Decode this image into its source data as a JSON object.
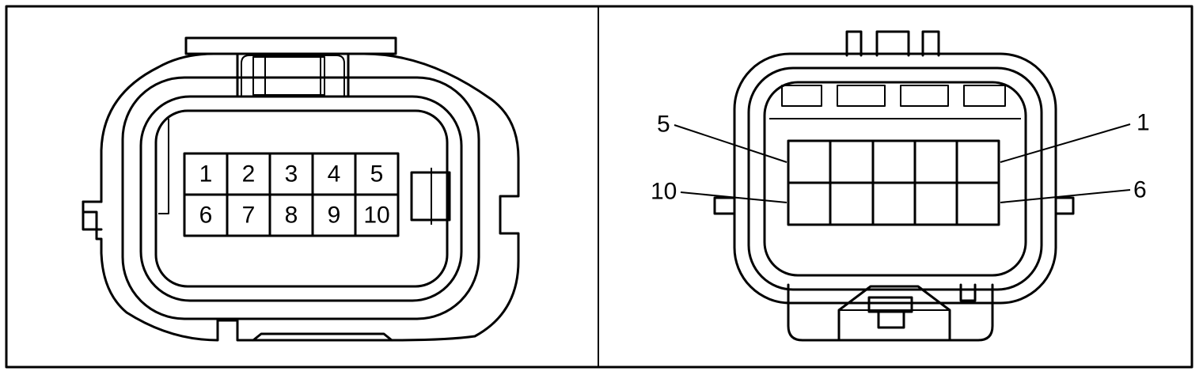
{
  "left_view": {
    "pins_top": [
      "1",
      "2",
      "3",
      "4",
      "5"
    ],
    "pins_bottom": [
      "6",
      "7",
      "8",
      "9",
      "10"
    ]
  },
  "right_view": {
    "callouts": {
      "top_left": "5",
      "top_right": "1",
      "bottom_left": "10",
      "bottom_right": "6"
    }
  },
  "colors": {
    "line": "#000000",
    "background": "#ffffff"
  }
}
